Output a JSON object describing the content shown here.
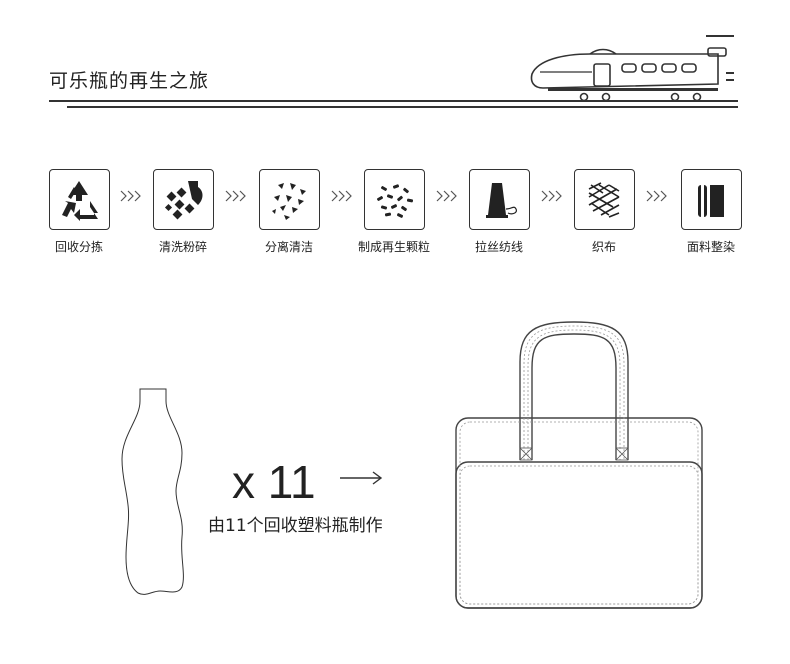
{
  "header": {
    "title": "可乐瓶的再生之旅"
  },
  "process": {
    "steps": [
      {
        "label": "回收分拣",
        "icon": "recycle-icon"
      },
      {
        "label": "清洗粉碎",
        "icon": "wash-crush-icon"
      },
      {
        "label": "分离清洁",
        "icon": "separate-clean-icon"
      },
      {
        "label": "制成再生颗粒",
        "icon": "pellets-icon"
      },
      {
        "label": "拉丝纺线",
        "icon": "yarn-spool-icon"
      },
      {
        "label": "织布",
        "icon": "weave-icon"
      },
      {
        "label": "面料整染",
        "icon": "fabric-roll-icon"
      }
    ],
    "separator_icon": "triple-chevron-icon"
  },
  "summary": {
    "multiplier": "x 11",
    "arrow": "→",
    "caption": "由11个回收塑料瓶制作"
  },
  "colors": {
    "line": "#333333",
    "text": "#222222",
    "background": "#ffffff"
  }
}
